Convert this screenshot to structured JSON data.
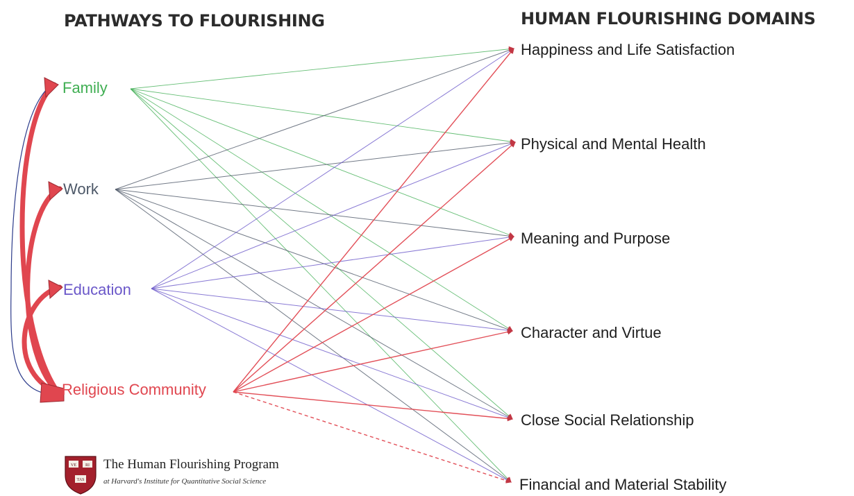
{
  "headings": {
    "left": "PATHWAYS TO FLOURISHING",
    "right": "HUMAN FLOURISHING DOMAINS"
  },
  "pathways": [
    {
      "id": "family",
      "label": "Family",
      "color": "#3fae52"
    },
    {
      "id": "work",
      "label": "Work",
      "color": "#4d5868"
    },
    {
      "id": "education",
      "label": "Education",
      "color": "#6a57c9"
    },
    {
      "id": "religious",
      "label": "Religious Community",
      "color": "#e0464f"
    }
  ],
  "domains": [
    "Happiness and Life Satisfaction",
    "Physical and Mental Health",
    "Meaning and Purpose",
    "Character and Virtue",
    "Close Social Relationship",
    "Financial and Material Stability"
  ],
  "colors": {
    "arrow_fill": "#e0464f",
    "arrow_outline": "#9c2a32",
    "religious_link": "#e0464f",
    "shield": "#a3202c"
  },
  "logo": {
    "title": "The Human Flourishing Program",
    "subtitle": "at Harvard's Institute for Quantitative Social Science",
    "shield_text": [
      "VE",
      "RI",
      "TAS"
    ]
  }
}
